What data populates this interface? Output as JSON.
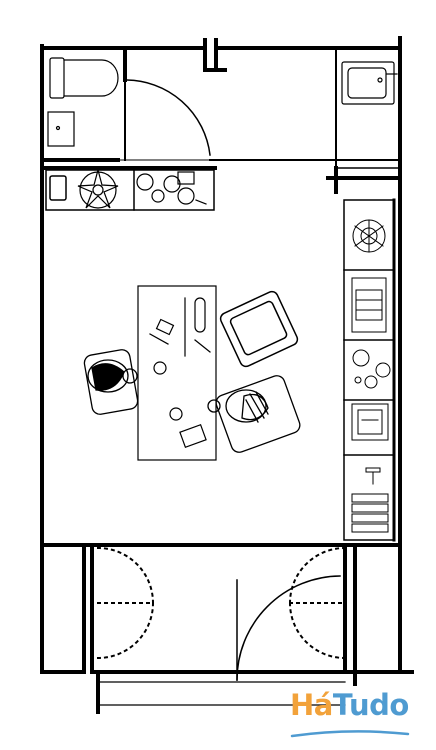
{
  "brand": {
    "logo_part1": "Há",
    "logo_part2": "Tudo",
    "color_primary": "#f2a23a",
    "color_secondary": "#4f9bd1"
  },
  "plan": {
    "line_color": "#000000",
    "rooms": [
      "bathroom",
      "kitchenette",
      "office",
      "entrance-hall"
    ],
    "fixtures": [
      "toilet-icon",
      "washbasin-icon",
      "sink-icon",
      "plant-icon",
      "meeting-table",
      "armchair-icon",
      "person-icon",
      "shelving-unit",
      "double-door-icon",
      "single-door-icon"
    ]
  }
}
